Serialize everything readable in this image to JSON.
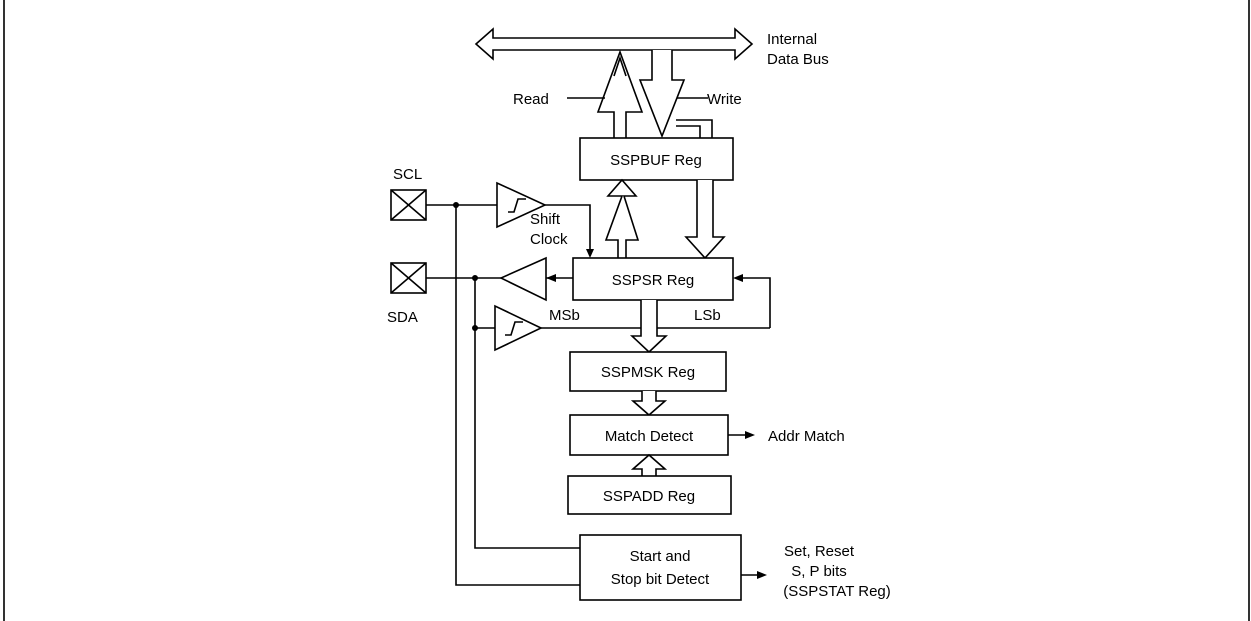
{
  "blocks": {
    "sspbuf": "SSPBUF Reg",
    "sspsr": "SSPSR Reg",
    "sspmsk": "SSPMSK Reg",
    "match_detect": "Match Detect",
    "sspadd": "SSPADD Reg",
    "start_stop_line1": "Start and",
    "start_stop_line2": "Stop bit Detect"
  },
  "labels": {
    "internal_bus_line1": "Internal",
    "internal_bus_line2": "Data Bus",
    "read": "Read",
    "write": "Write",
    "scl": "SCL",
    "sda": "SDA",
    "shift_line1": "Shift",
    "shift_line2": "Clock",
    "msb": "MSb",
    "lsb": "LSb",
    "addr_match": "Addr Match",
    "out_line1": "Set, Reset",
    "out_line2": "S, P bits",
    "out_line3": "(SSPSTAT Reg)"
  }
}
